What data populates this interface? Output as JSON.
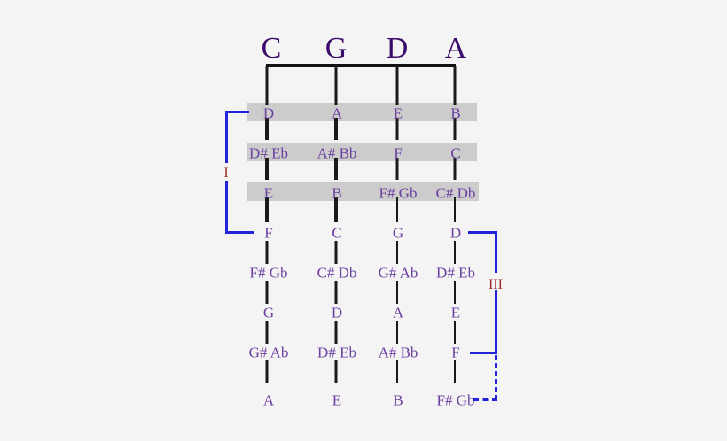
{
  "diagram": {
    "title_row": {
      "chords": [
        "C",
        "G",
        "D",
        "A"
      ]
    },
    "columns": [
      {
        "root": "C",
        "notes": [
          "D",
          "D# Eb",
          "E",
          "F",
          "F# Gb",
          "G",
          "G# Ab",
          "A"
        ]
      },
      {
        "root": "G",
        "notes": [
          "A",
          "A# Bb",
          "B",
          "C",
          "C# Db",
          "D",
          "D# Eb",
          "E"
        ]
      },
      {
        "root": "D",
        "notes": [
          "E",
          "F",
          "F# Gb",
          "G",
          "G# Ab",
          "A",
          "A# Bb",
          "B"
        ]
      },
      {
        "root": "A",
        "notes": [
          "B",
          "C",
          "C# Db",
          "D",
          "D# Eb",
          "E",
          "F",
          "F# Gb"
        ]
      }
    ],
    "intervals": [
      {
        "label": "I",
        "from_note": "D",
        "to_note": "F",
        "side": "left"
      },
      {
        "label": "III",
        "from_note": "D",
        "to_note": "F# Gb",
        "side": "right"
      }
    ],
    "colors": {
      "background": "#f4f4f4",
      "band": "#cccccc",
      "chord_head": "#3b0b6b",
      "note": "#6b3fa0",
      "string": "#1a1a1a",
      "bracket": "#2222d8",
      "roman": "#9c2a2a"
    }
  }
}
